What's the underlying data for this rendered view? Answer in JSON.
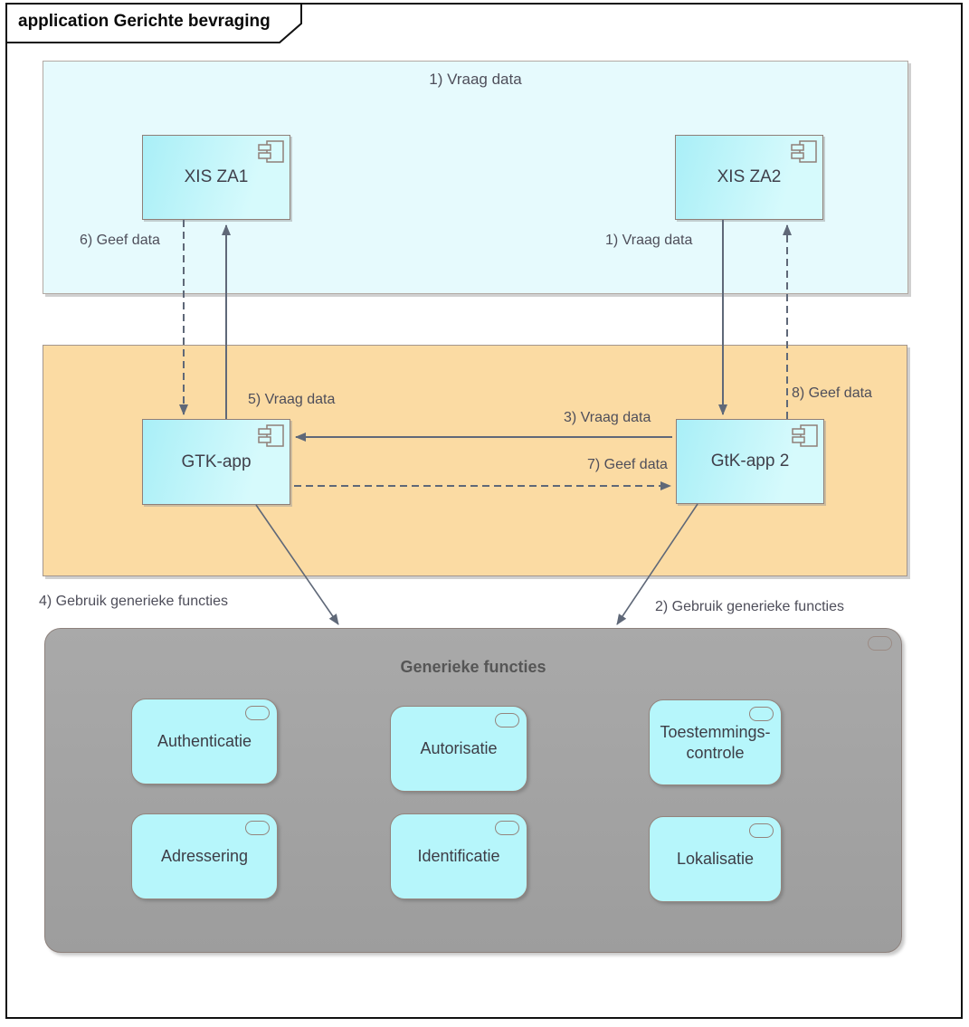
{
  "title": "application Gerichte bevraging",
  "regions": [
    {
      "id": "vraag-data",
      "label": "1) Vraag data"
    },
    {
      "id": "gtk-apps",
      "label": ""
    },
    {
      "id": "generieke-functies",
      "label": "Generieke functies"
    }
  ],
  "components": [
    {
      "name": "XIS ZA1"
    },
    {
      "name": "XIS ZA2"
    },
    {
      "name": "GTK-app"
    },
    {
      "name": "GtK-app 2"
    }
  ],
  "services": [
    {
      "name": "Authenticatie"
    },
    {
      "name": "Autorisatie"
    },
    {
      "name": "Toestemmings-controle"
    },
    {
      "name": "Adressering"
    },
    {
      "name": "Identificatie"
    },
    {
      "name": "Lokalisatie"
    }
  ],
  "connections": [
    {
      "label": "6) Geef data",
      "from": "XIS ZA1",
      "to": "GTK-app",
      "style": "dashed"
    },
    {
      "label": "5) Vraag data",
      "from": "GTK-app",
      "to": "XIS ZA1",
      "style": "solid"
    },
    {
      "label": "1) Vraag data",
      "from": "XIS ZA2",
      "to": "GtK-app 2",
      "style": "solid"
    },
    {
      "label": "8) Geef data",
      "from": "GtK-app 2",
      "to": "XIS ZA2",
      "style": "dashed"
    },
    {
      "label": "3) Vraag data",
      "from": "GtK-app 2",
      "to": "GTK-app",
      "style": "solid"
    },
    {
      "label": "7) Geef data",
      "from": "GTK-app",
      "to": "GtK-app 2",
      "style": "dashed"
    },
    {
      "label": "4) Gebruik generieke functies",
      "from": "GTK-app",
      "to": "Generieke functies",
      "style": "solid"
    },
    {
      "label": "2) Gebruik generieke functies",
      "from": "GtK-app 2",
      "to": "Generieke functies",
      "style": "solid"
    }
  ],
  "colors": {
    "region_vraag_fill": "#e6fafd",
    "region_apps_fill": "#fbdba3",
    "region_generiek_fill": "#a3a3a3",
    "component_fill": "#b9f3fa",
    "component_border": "#8f7f78",
    "service_fill": "#b6f6fb",
    "service_border": "#94847d",
    "arrow": "#5f6878",
    "text": "#4e4e5a"
  }
}
